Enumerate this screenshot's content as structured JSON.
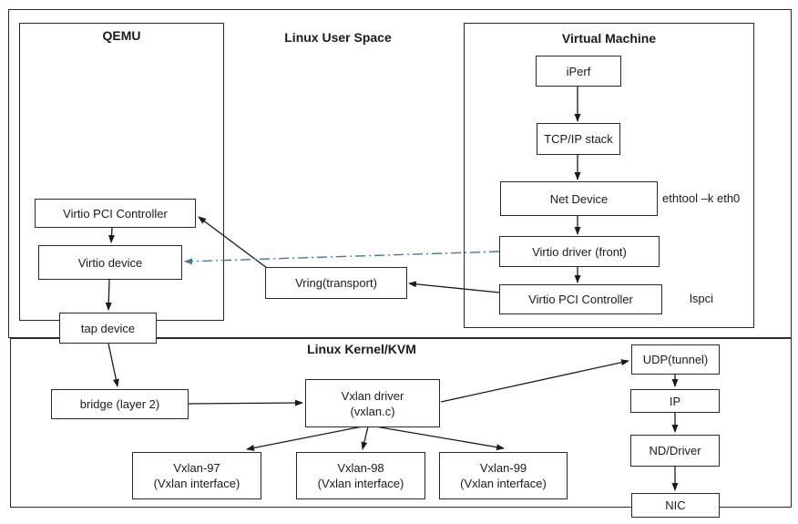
{
  "diagram": {
    "sections": {
      "user_space": {
        "title": "Linux User Space"
      },
      "kernel": {
        "title": "Linux Kernel/KVM"
      }
    },
    "containers": {
      "qemu": {
        "title": "QEMU"
      },
      "virtual_machine": {
        "title": "Virtual Machine"
      }
    },
    "nodes": {
      "iperf": {
        "label": "iPerf"
      },
      "tcpip_stack": {
        "label": "TCP/IP stack"
      },
      "net_device": {
        "label": "Net Device"
      },
      "virtio_driver_front": {
        "label": "Virtio driver (front)"
      },
      "vm_virtio_pci_controller": {
        "label": "Virtio PCI Controller"
      },
      "vring": {
        "label": "Vring(transport)"
      },
      "qemu_virtio_pci_controller": {
        "label": "Virtio PCI Controller"
      },
      "virtio_device": {
        "label": "Virtio device"
      },
      "tap_device": {
        "label": "tap device"
      },
      "bridge": {
        "label": "bridge (layer 2)"
      },
      "vxlan_driver": {
        "label": "Vxlan driver",
        "sublabel": "(vxlan.c)"
      },
      "vxlan_97": {
        "label": "Vxlan-97",
        "sublabel": "(Vxlan interface)"
      },
      "vxlan_98": {
        "label": "Vxlan-98",
        "sublabel": "(Vxlan interface)"
      },
      "vxlan_99": {
        "label": "Vxlan-99",
        "sublabel": "(Vxlan interface)"
      },
      "udp_tunnel": {
        "label": "UDP(tunnel)"
      },
      "ip": {
        "label": "IP"
      },
      "nd_driver": {
        "label": "ND/Driver"
      },
      "nic": {
        "label": "NIC"
      }
    },
    "annotations": {
      "ethtool": "ethtool –k eth0",
      "lspci": "lspci"
    },
    "edges": [
      {
        "from": "iperf",
        "to": "tcpip_stack",
        "style": "solid"
      },
      {
        "from": "tcpip_stack",
        "to": "net_device",
        "style": "solid"
      },
      {
        "from": "net_device",
        "to": "virtio_driver_front",
        "style": "solid"
      },
      {
        "from": "virtio_driver_front",
        "to": "vm_virtio_pci_controller",
        "style": "solid"
      },
      {
        "from": "vm_virtio_pci_controller",
        "to": "vring",
        "style": "solid"
      },
      {
        "from": "vring",
        "to": "qemu_virtio_pci_controller",
        "style": "solid"
      },
      {
        "from": "virtio_driver_front",
        "to": "virtio_device",
        "style": "dash-dot-accent"
      },
      {
        "from": "qemu_virtio_pci_controller",
        "to": "virtio_device",
        "style": "solid"
      },
      {
        "from": "virtio_device",
        "to": "tap_device",
        "style": "solid"
      },
      {
        "from": "tap_device",
        "to": "bridge",
        "style": "solid"
      },
      {
        "from": "bridge",
        "to": "vxlan_driver",
        "style": "solid"
      },
      {
        "from": "vxlan_driver",
        "to": "udp_tunnel",
        "style": "solid"
      },
      {
        "from": "vxlan_driver",
        "to": "vxlan_97",
        "style": "solid"
      },
      {
        "from": "vxlan_driver",
        "to": "vxlan_98",
        "style": "solid"
      },
      {
        "from": "vxlan_driver",
        "to": "vxlan_99",
        "style": "solid"
      },
      {
        "from": "udp_tunnel",
        "to": "ip",
        "style": "solid"
      },
      {
        "from": "ip",
        "to": "nd_driver",
        "style": "solid"
      },
      {
        "from": "nd_driver",
        "to": "nic",
        "style": "solid"
      }
    ],
    "colors": {
      "line": "#1a1a1a",
      "accent_virtio_path": "#3d7c9e",
      "box_fill": "#ffffff"
    }
  }
}
